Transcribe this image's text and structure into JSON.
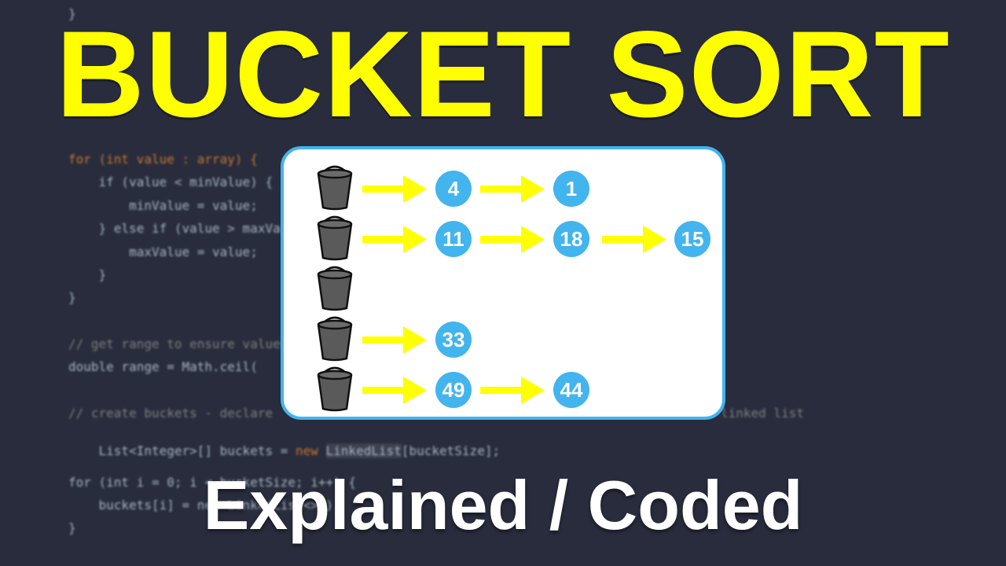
{
  "title": "BUCKET SORT",
  "subtitle": "Explained / Coded",
  "colors": {
    "title": "#ffff00",
    "accent": "#42b4ee",
    "arrow": "#ffff00",
    "bucket": "#5a5a5a",
    "background": "#282c3c"
  },
  "code": {
    "l0": "}",
    "l1": "for (int value : array) {",
    "l2": "    if (value < minValue) {",
    "l3": "        minValue = value;",
    "l4": "    } else if (value > maxValue) {",
    "l5": "        maxValue = value;",
    "l6": "    }",
    "l7": "}",
    "l8": "// get range to ensure values",
    "l9": "double range = Math.ceil(",
    "l10": "// create buckets - declare",
    "l10b": "linked list",
    "l11a": "List<Integer>[] buckets = ",
    "l11b": "new",
    "l11c": "LinkedList",
    "l11d": "[bucketSize];",
    "l12": "for (int i = 0; i < bucketSize; i++) {",
    "l13": "    buckets[i] = new LinkedList<>();",
    "l14": "}"
  },
  "buckets": [
    {
      "nodes": [
        "4",
        "1"
      ]
    },
    {
      "nodes": [
        "11",
        "18",
        "15"
      ]
    },
    {
      "nodes": []
    },
    {
      "nodes": [
        "33"
      ]
    },
    {
      "nodes": [
        "49",
        "44"
      ]
    }
  ]
}
